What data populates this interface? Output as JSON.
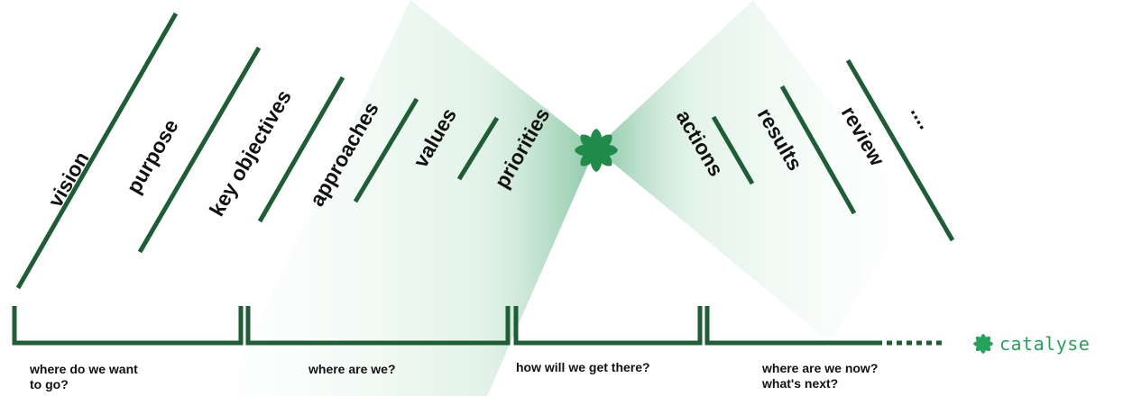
{
  "colors": {
    "primary": "#1e5e34",
    "accent": "#1f8a4a",
    "brand": "#25a35a"
  },
  "stages": [
    {
      "label": "vision"
    },
    {
      "label": "purpose"
    },
    {
      "label": "key objectives"
    },
    {
      "label": "approaches"
    },
    {
      "label": "values"
    },
    {
      "label": "priorities"
    },
    {
      "label": "actions"
    },
    {
      "label": "results"
    },
    {
      "label": "review"
    },
    {
      "label": "...."
    }
  ],
  "groups": [
    {
      "caption_line1": "where do we want",
      "caption_line2": "to go?"
    },
    {
      "caption_line1": "where are we?",
      "caption_line2": ""
    },
    {
      "caption_line1": "how will we get there?",
      "caption_line2": ""
    },
    {
      "caption_line1": "where are we now?",
      "caption_line2": "what's next?"
    }
  ],
  "center_icon": "flower-star-icon",
  "brand": {
    "icon": "flower-star-icon",
    "name": "catalyse"
  }
}
